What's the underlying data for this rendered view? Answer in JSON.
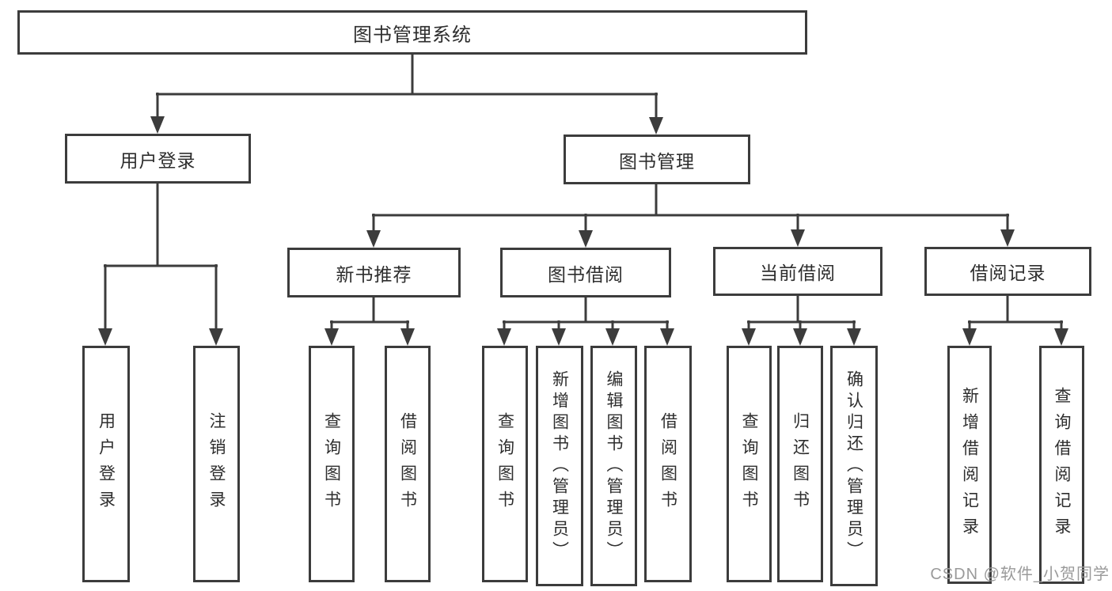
{
  "diagram": {
    "title": "图书管理系统",
    "colors": {
      "line": "#3c3c3c",
      "border": "#3c3c3c",
      "text": "#2e2e2e",
      "background": "#ffffff",
      "watermark": "#9a9a9a"
    },
    "nodes": {
      "root": "图书管理系统",
      "user_login": "用户登录",
      "book_mgmt": "图书管理",
      "new_book_rec": "新书推荐",
      "book_borrow": "图书借阅",
      "current_borrow": "当前借阅",
      "borrow_records": "借阅记录",
      "leaf_user_login": "用户登录",
      "leaf_logout": "注销登录",
      "leaf_query_book_1": "查询图书",
      "leaf_borrow_book_1": "借阅图书",
      "leaf_query_book_2": "查询图书",
      "leaf_add_book": "新增图书（管理员）",
      "leaf_edit_book": "编辑图书（管理员）",
      "leaf_borrow_book_2": "借阅图书",
      "leaf_query_book_3": "查询图书",
      "leaf_return_book": "归还图书",
      "leaf_confirm_return": "确认归还（管理员）",
      "leaf_add_record": "新增借阅记录",
      "leaf_query_record": "查询借阅记录"
    },
    "watermark": "CSDN @软件_小贺同学"
  }
}
